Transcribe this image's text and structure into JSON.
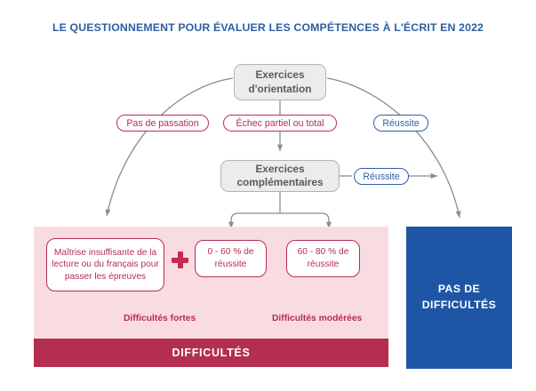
{
  "title": "LE QUESTIONNEMENT POUR ÉVALUER LES COMPÉTENCES À L'ÉCRIT EN 2022",
  "colors": {
    "title_blue": "#2e5fa3",
    "crimson": "#b42e50",
    "crimson_border": "#c52a52",
    "pink_panel": "#f9dce2",
    "dark_bar": "#b42e50",
    "blue_panel": "#1f55a5",
    "node_grey_fill": "#ececec",
    "node_grey_border": "#b3b3b3",
    "node_grey_text": "#5a5a5a",
    "connector_grey": "#8c8c8c"
  },
  "nodes": {
    "orientation": "Exercices d'orientation",
    "complementaires": "Exercices complémentaires"
  },
  "labels": {
    "pas_de_passation": "Pas de passation",
    "echec_partiel_ou_total": "Échec partiel ou total",
    "reussite_top": "Réussite",
    "reussite_mid": "Réussite"
  },
  "outcomes": {
    "maitrise": "Maîtrise insuffisante de la lecture ou du français pour passer les épreuves",
    "plus_sign": "+",
    "range_low": "0 - 60 % de réussite",
    "range_mid": "60 - 80 % de réussite"
  },
  "captions": {
    "difficultes_fortes": "Difficultés fortes",
    "difficultes_moderees": "Difficultés modérées"
  },
  "panels": {
    "difficultes_bar": "DIFFICULTÉS",
    "pas_de_difficultes": "PAS DE DIFFICULTÉS"
  }
}
